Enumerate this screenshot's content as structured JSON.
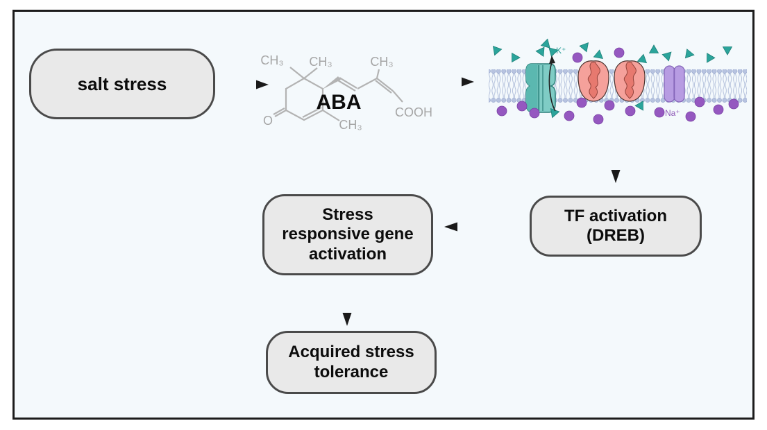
{
  "figure": {
    "background_color": "#f4f9fc",
    "frame_border_color": "#1c1c1c"
  },
  "nodes": {
    "salt_stress": {
      "label": "salt stress"
    },
    "aba": {
      "label": "ABA"
    },
    "tf_activation": {
      "label": "TF activation (DREB)",
      "lines": [
        "TF activation",
        "(DREB)"
      ]
    },
    "stress_responsive_gene": {
      "label": "Stress responsive gene activation",
      "lines": [
        "Stress",
        "responsive gene",
        "activation"
      ]
    },
    "acquired_stress_tolerance": {
      "label": "Acquired stress tolerance",
      "lines": [
        "Acquired stress",
        "tolerance"
      ]
    }
  },
  "chemistry": {
    "methyl": "CH₃",
    "ketone_oxygen": "O",
    "carboxyl": "COOH"
  },
  "membrane": {
    "k_ion_label": "K⁺",
    "na_ion_label": "Na⁺",
    "colors": {
      "k_channel": "#6fc7c0",
      "k_ion": "#2ba49b",
      "na_ion": "#9558c0",
      "transport_protein": "#f5a19b",
      "na_channel": "#b79ce2",
      "lipid_head": "#b7c3e0"
    }
  },
  "node_style": {
    "fill": "#e9e9e9",
    "border": "#4a4a4a",
    "text_color": "#0c0c0c"
  },
  "edges": [
    {
      "from": "salt_stress",
      "to": "aba"
    },
    {
      "from": "aba",
      "to": "membrane"
    },
    {
      "from": "membrane",
      "to": "tf_activation"
    },
    {
      "from": "tf_activation",
      "to": "stress_responsive_gene"
    },
    {
      "from": "stress_responsive_gene",
      "to": "acquired_stress_tolerance"
    }
  ]
}
